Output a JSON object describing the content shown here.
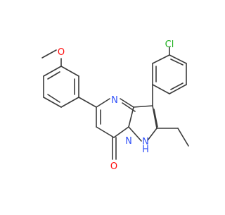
{
  "molecule": {
    "atom_labels": {
      "chlorine": "Cl",
      "methoxy_oxygen": "O",
      "ring_nitrogen": "N",
      "bridge_nitrogen": "N",
      "nh_nitrogen": "N",
      "nh_hydrogen": "H",
      "carbonyl_oxygen": "O"
    },
    "colors": {
      "bond": "#3a3a3a",
      "nitrogen": "#3050f8",
      "oxygen": "#ff0d0d",
      "chlorine": "#1fb01f",
      "background": "#ffffff"
    }
  }
}
